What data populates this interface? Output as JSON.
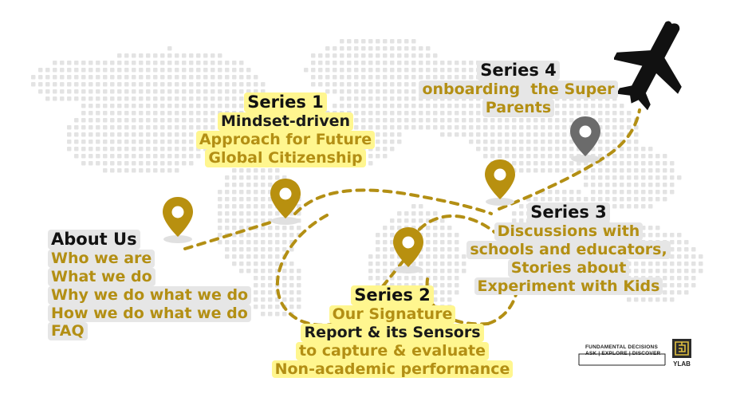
{
  "about": {
    "title": "About Us",
    "items": [
      "Who we are",
      "What we do",
      "Why we do what we do",
      "How we do what we do",
      "FAQ"
    ]
  },
  "series1": {
    "title": "Series 1",
    "lines": [
      "Mindset-driven",
      "Approach for Future",
      "Global Citizenship"
    ]
  },
  "series2": {
    "title": "Series 2",
    "lines": [
      "Our Signature",
      "Report & its Sensors",
      "to capture & evaluate",
      "Non-academic performance"
    ]
  },
  "series3": {
    "title": "Series 3",
    "lines": [
      "Discussions with",
      "schools and educators,",
      "Stories about",
      "Experiment with Kids"
    ]
  },
  "series4": {
    "title": "Series 4",
    "lines": [
      "onboarding  the Super",
      "Parents"
    ]
  },
  "logo": {
    "tagline_1": "FUNDAMENTAL DECISIONS",
    "tagline_2": "ASK | EXPLORE | DISCOVER",
    "brand": "YLAB"
  },
  "icons": {
    "pins": [
      "map-pin-icon",
      "map-pin-icon",
      "map-pin-icon",
      "map-pin-icon",
      "map-pin-icon"
    ],
    "plane": "airplane-icon",
    "logo_mark": "maze-logo-icon"
  },
  "colors": {
    "gold": "#b38f14",
    "pin_gold": "#b8900f",
    "pin_grey": "#6b6b6b",
    "highlight_yellow": "#fff68f",
    "highlight_grey": "#e6e6e6",
    "dots": "#e3e3e3",
    "route": "#b38f14"
  }
}
